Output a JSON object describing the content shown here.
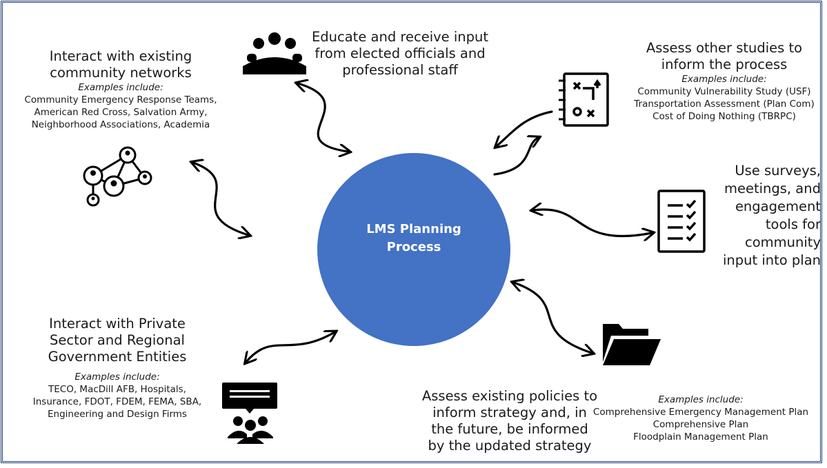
{
  "hub": {
    "lines": [
      "LMS Planning",
      "Process"
    ],
    "color": "#4472c4"
  },
  "nodes": [
    {
      "id": "officials",
      "icon": "meeting-group-icon",
      "heading": [
        "Educate and receive input",
        "from elected officials and",
        "professional staff"
      ]
    },
    {
      "id": "networks",
      "icon": "network-people-icon",
      "heading": [
        "Interact with existing",
        "community networks"
      ],
      "examples_label": "Examples include:",
      "items": [
        "Community Emergency Response Teams,",
        "American Red Cross, Salvation Army,",
        "Neighborhood Associations, Academia"
      ]
    },
    {
      "id": "studies",
      "icon": "strategy-notebook-icon",
      "heading": [
        "Assess other studies to",
        "inform the process"
      ],
      "examples_label": "Examples include:",
      "items": [
        "Community Vulnerability Study (USF)",
        "Transportation Assessment (Plan Com)",
        "Cost of Doing Nothing (TBRPC)"
      ]
    },
    {
      "id": "surveys",
      "icon": "checklist-icon",
      "heading": [
        "Use surveys,",
        "meetings, and",
        "engagement",
        "tools for",
        "community",
        "input into plan"
      ]
    },
    {
      "id": "private-sector",
      "icon": "presentation-audience-icon",
      "heading": [
        "Interact with Private",
        "Sector and Regional",
        "Government Entities"
      ],
      "examples_label": "Examples include:",
      "items": [
        "TECO, MacDill AFB, Hospitals,",
        "Insurance, FDOT, FDEM, FEMA, SBA,",
        "Engineering and Design Firms"
      ]
    },
    {
      "id": "policies",
      "icon": "open-folder-icon",
      "heading": [
        "Assess existing policies to",
        "inform strategy and, in",
        "the future, be informed",
        "by the updated strategy"
      ],
      "examples_label": "Examples include:",
      "items": [
        "Comprehensive Emergency Management Plan",
        "Comprehensive Plan",
        "Floodplain Management Plan"
      ]
    }
  ],
  "colors": {
    "frame": "#1f3f73",
    "arrows": "#000000",
    "icons": "#000000"
  }
}
